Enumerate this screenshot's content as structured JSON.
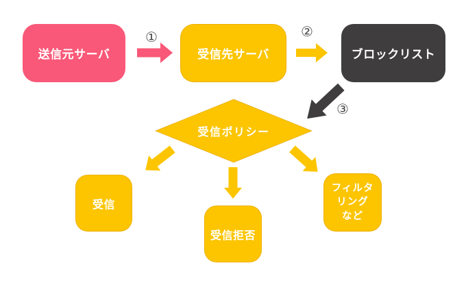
{
  "diagram": {
    "title": "mail-reception-flow",
    "background": "#FFFFFF",
    "text_color": "#FFFFFF",
    "step_label_color": "#4A4A4A",
    "colors": {
      "pink": "#F95878",
      "yellow": "#FCC500",
      "dark": "#3F3D3E"
    },
    "nodes": {
      "source_server": {
        "label": "送信元サーバ",
        "shape": "rounded-rect",
        "color": "#F95878"
      },
      "destination_server": {
        "label": "受信先サーバ",
        "shape": "rounded-rect",
        "color": "#FCC500"
      },
      "blocklist": {
        "label": "ブロックリスト",
        "shape": "rounded-rect",
        "color": "#3F3D3E"
      },
      "receive_policy": {
        "label": "受信ポリシー",
        "shape": "diamond",
        "color": "#FCC500"
      },
      "receive": {
        "label": "受信",
        "shape": "rounded-rect",
        "color": "#FCC500"
      },
      "receive_reject": {
        "label": "受信拒否",
        "shape": "rounded-rect",
        "color": "#FCC500"
      },
      "filtering": {
        "label": "フィルタ\nリング\nなど",
        "shape": "rounded-rect",
        "color": "#FCC500"
      }
    },
    "steps": [
      {
        "label": "①",
        "from": "source_server",
        "to": "destination_server",
        "arrow_color": "#F95878"
      },
      {
        "label": "②",
        "from": "destination_server",
        "to": "blocklist",
        "arrow_color": "#FCC500"
      },
      {
        "label": "③",
        "from": "blocklist",
        "to": "receive_policy",
        "arrow_color": "#3F3D3E"
      }
    ],
    "policy_branches": [
      {
        "to": "receive",
        "arrow_color": "#FCC500"
      },
      {
        "to": "receive_reject",
        "arrow_color": "#FCC500"
      },
      {
        "to": "filtering",
        "arrow_color": "#FCC500"
      }
    ]
  }
}
